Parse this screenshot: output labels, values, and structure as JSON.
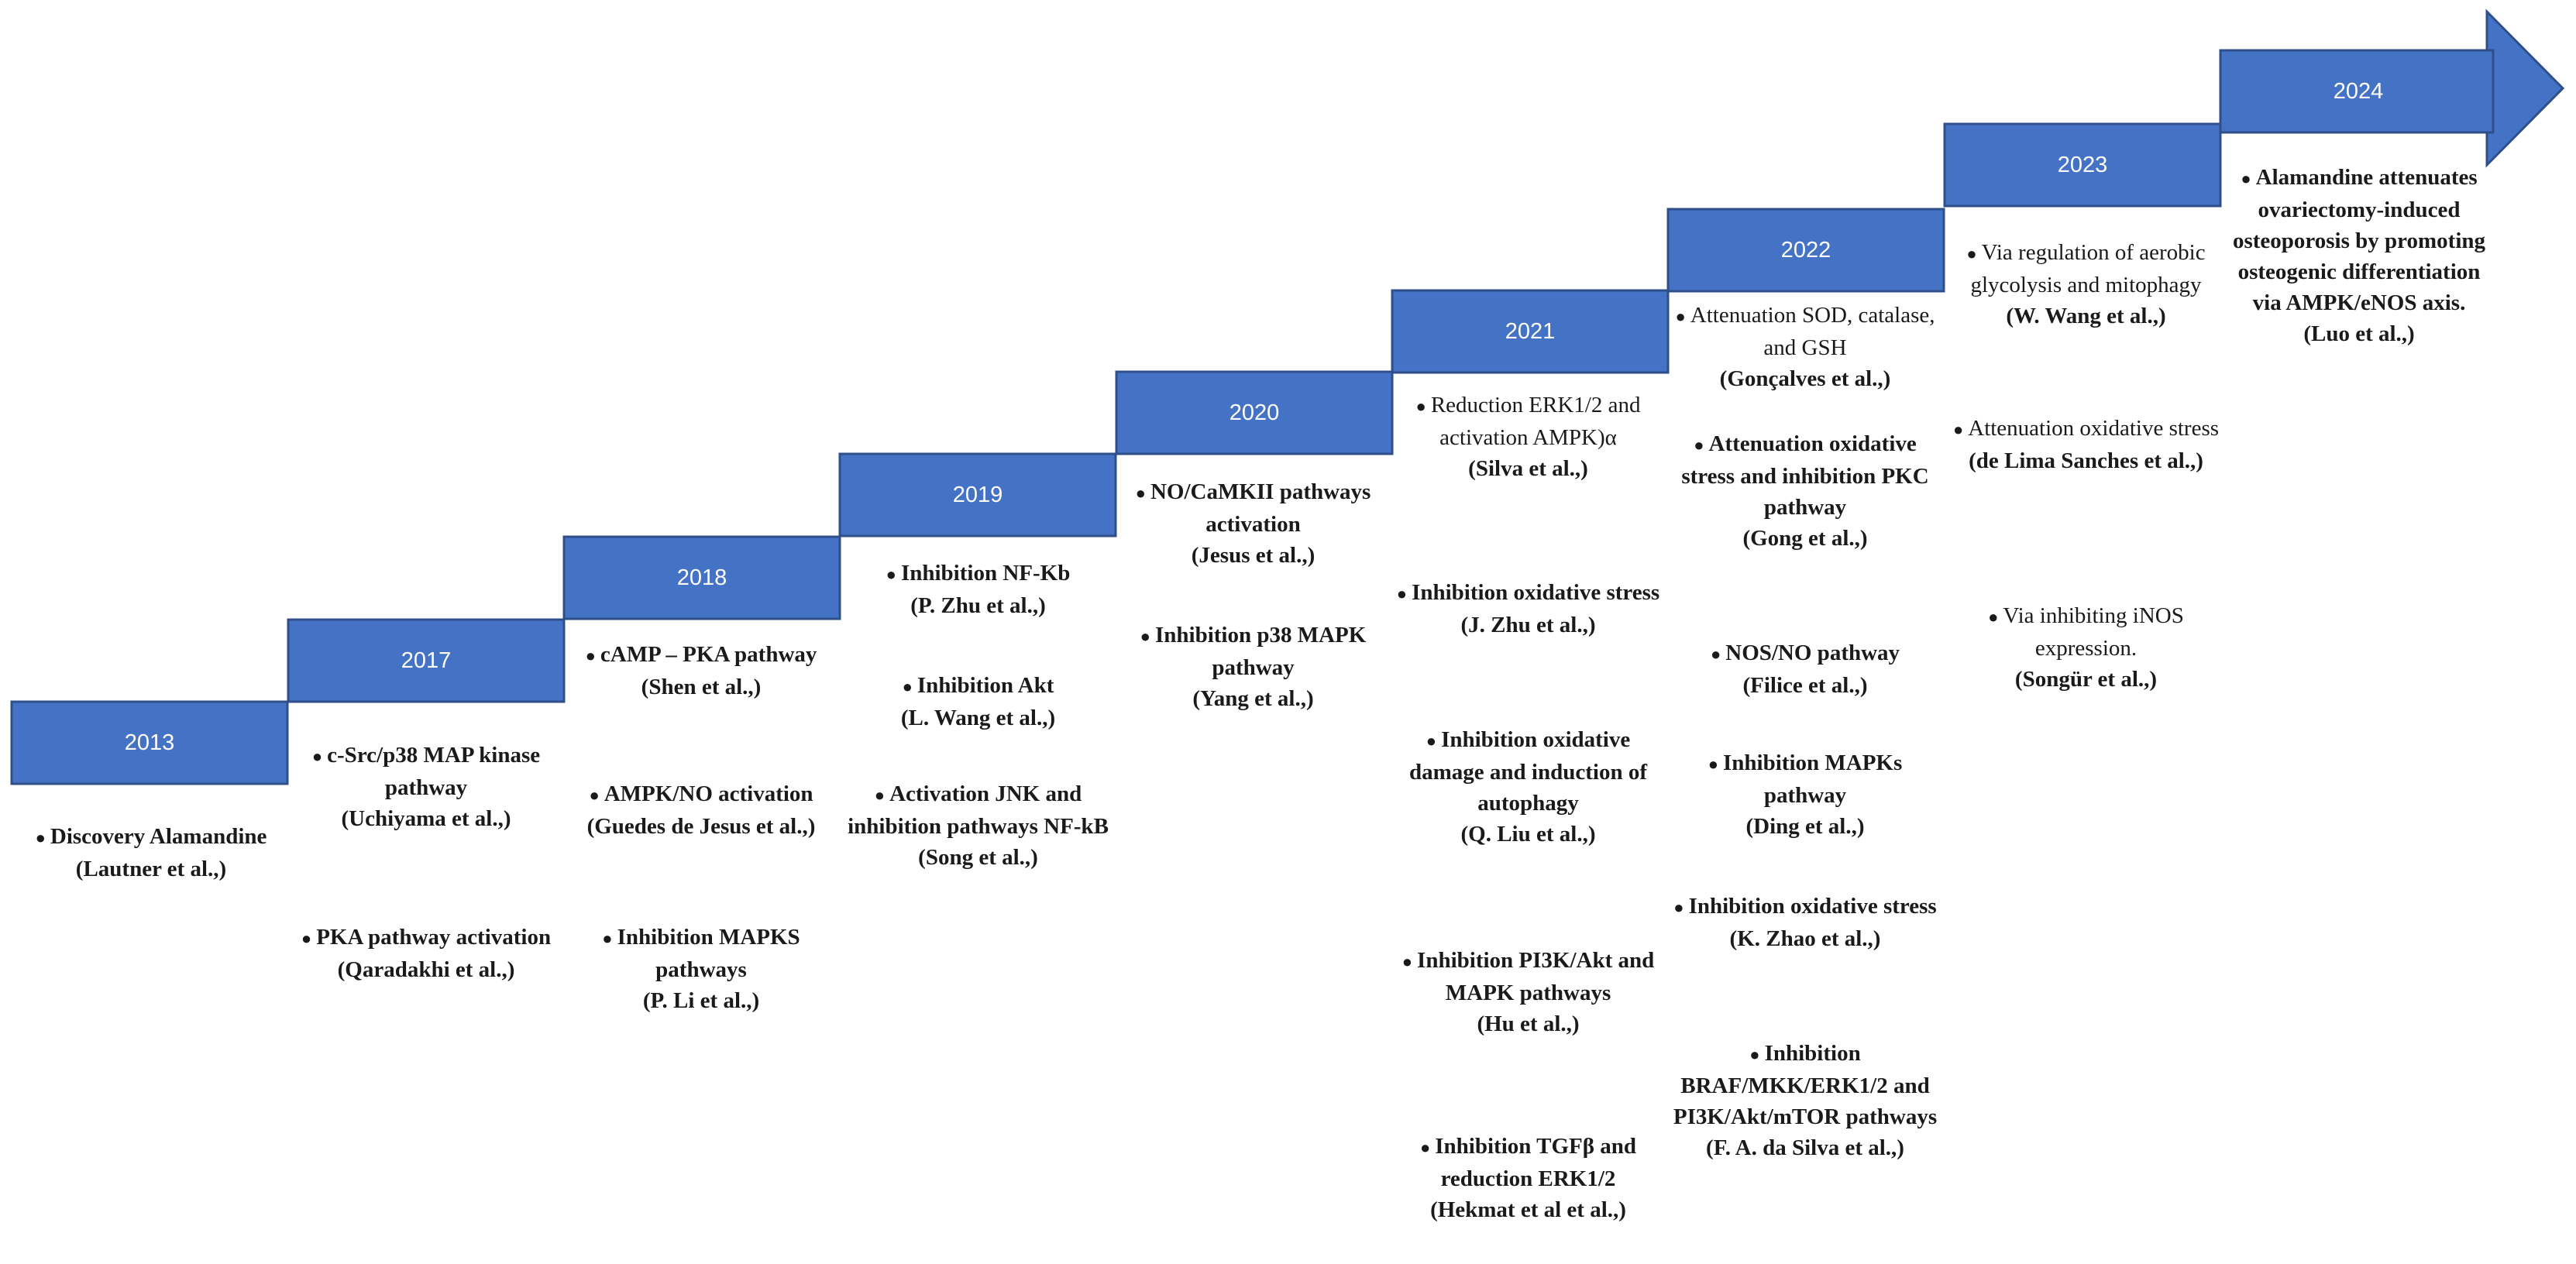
{
  "colors": {
    "step_fill": "#4472c4",
    "step_stroke": "#2f4f8a",
    "year_text": "#ffffff",
    "body_text": "#1a1a1a"
  },
  "bullet": "●",
  "timeline": [
    {
      "year": "2013",
      "entries": [
        {
          "text": "Discovery Alamandine",
          "ref": "(Lautner et al.,)",
          "bold": true
        }
      ]
    },
    {
      "year": "2017",
      "entries": [
        {
          "text": "c-Src/p38 MAP kinase pathway",
          "ref": "(Uchiyama et al.,)",
          "bold": true
        },
        {
          "text": "PKA pathway activation",
          "ref": "(Qaradakhi et al.,)",
          "bold": true
        }
      ]
    },
    {
      "year": "2018",
      "entries": [
        {
          "text": "cAMP – PKA pathway",
          "ref": "(Shen et al.,)",
          "bold": true
        },
        {
          "text": "AMPK/NO activation",
          "ref": "(Guedes de Jesus et al.,)",
          "bold": true
        },
        {
          "text": "Inhibition MAPKS pathways",
          "ref": "(P. Li et al.,)",
          "bold": true
        }
      ]
    },
    {
      "year": "2019",
      "entries": [
        {
          "text": "Inhibition NF-Kb",
          "ref": "(P. Zhu et al.,)",
          "bold": true
        },
        {
          "text": "Inhibition Akt",
          "ref": "(L. Wang et al.,)",
          "bold": true
        },
        {
          "text": "Activation JNK and inhibition pathways NF-kB",
          "ref": "(Song et al.,)",
          "bold": true
        }
      ]
    },
    {
      "year": "2020",
      "entries": [
        {
          "text": "NO/CaMKII pathways activation",
          "ref": "(Jesus et al.,)",
          "bold": true
        },
        {
          "text": "Inhibition p38 MAPK pathway",
          "ref": "(Yang et al.,)",
          "bold": true
        }
      ]
    },
    {
      "year": "2021",
      "entries": [
        {
          "text": "Reduction ERK1/2 and activation AMPK)α",
          "ref": "(Silva et al.,)",
          "bold": false
        },
        {
          "text": "Inhibition oxidative stress",
          "ref": "(J. Zhu et al.,)",
          "bold": true
        },
        {
          "text": "Inhibition oxidative damage and induction of autophagy",
          "ref": "(Q. Liu et al.,)",
          "bold": true
        },
        {
          "text": "Inhibition PI3K/Akt and MAPK pathways",
          "ref": "(Hu et al.,)",
          "bold": true
        },
        {
          "text": "Inhibition TGFβ and reduction ERK1/2",
          "ref": "(Hekmat et al et al.,)",
          "bold": true
        }
      ]
    },
    {
      "year": "2022",
      "entries": [
        {
          "text": "Attenuation SOD, catalase, and GSH",
          "ref": "(Gonçalves et al.,)",
          "bold": false
        },
        {
          "text": "Attenuation oxidative stress and inhibition PKC pathway",
          "ref": "(Gong et al.,)",
          "bold": true
        },
        {
          "text": "NOS/NO pathway",
          "ref": "(Filice et al.,)",
          "bold": true
        },
        {
          "text": "Inhibition MAPKs pathway",
          "ref": "(Ding et al.,)",
          "bold": true
        },
        {
          "text": "Inhibition oxidative stress",
          "ref": "(K. Zhao et al.,)",
          "bold": true
        },
        {
          "text": "Inhibition BRAF/MKK/ERK1/2 and PI3K/Akt/mTOR pathways",
          "ref": "(F. A. da Silva et al.,)",
          "bold": true
        }
      ]
    },
    {
      "year": "2023",
      "entries": [
        {
          "text": "Via regulation of aerobic glycolysis and mitophagy",
          "ref": "(W. Wang et al.,)",
          "bold": false
        },
        {
          "text": "Attenuation oxidative stress",
          "ref": "(de Lima Sanches et al.,)",
          "bold": false
        },
        {
          "text": "Via inhibiting iNOS expression.",
          "ref": "(Songür et al.,)",
          "bold": false
        }
      ]
    },
    {
      "year": "2024",
      "entries": [
        {
          "text": "Alamandine attenuates ovariectomy-induced osteoporosis by promoting osteogenic differentiation via AMPK/eNOS axis.",
          "ref": "(Luo et al.,)",
          "bold": true
        }
      ]
    }
  ]
}
